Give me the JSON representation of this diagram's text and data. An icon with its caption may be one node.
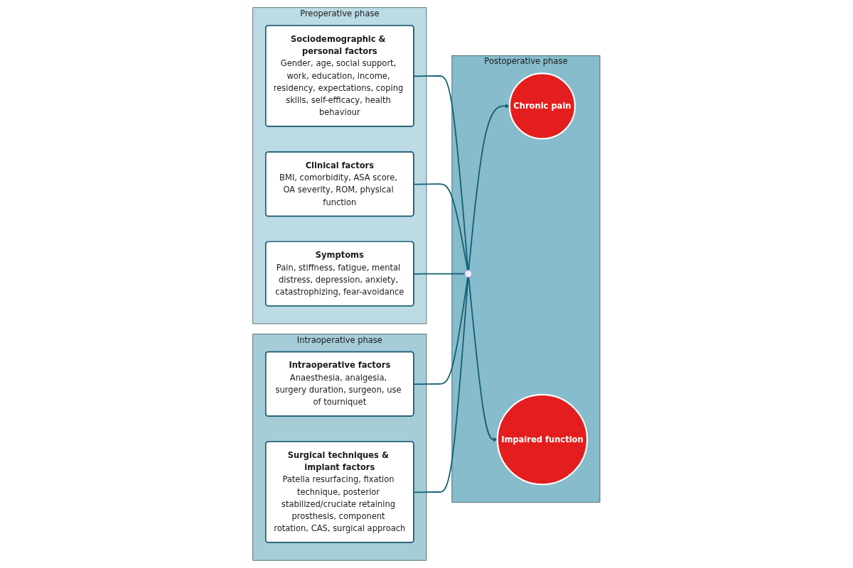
{
  "diagram": {
    "nodes": [
      {
        "text": [
          "Preoperative phase"
        ]
      },
      {
        "text": [
          "Sociodemographic & personal factors",
          "Gender, age, social support, work, education, income, residency, expectations, coping skills, self-efficacy, health behaviour"
        ],
        "in": 0
      },
      {
        "text": [
          "Clinical factors",
          "BMI, comorbidity, ASA score, OA severity, ROM, physical function"
        ],
        "in": 0
      },
      {
        "text": [
          "Symptoms",
          "Pain, stiffness, fatigue, mental distress, depression, anxiety, catastrophizing, fear-avoidance"
        ],
        "in": 0
      },
      {
        "text": [
          "Intraoperative phase"
        ]
      },
      {
        "text": [
          "Intraoperative factors",
          "Anaesthesia, analgesia, surgery duration, surgeon, use of tourniquet"
        ],
        "in": 4
      },
      {
        "text": [
          "Surgical techniques & implant factors",
          "Patella resurfacing, fixation technique, posterior stabilized/cruciate retaining prosthesis, component rotation, CAS, surgical approach"
        ],
        "in": 4
      },
      {
        "text": [
          "Postoperative phase"
        ]
      },
      {
        "text": [],
        "shape": "circle",
        "in": 7
      },
      {
        "text": [
          "Chronic pain"
        ],
        "in": 7
      },
      {
        "text": [
          "Impaired function"
        ],
        "in": 7
      }
    ],
    "edges": [
      {
        "from": 1,
        "to": 8,
        "arrow": "none"
      },
      {
        "from": 5,
        "to": 8,
        "arrow": "none"
      },
      {
        "from": 2,
        "to": 8,
        "arrow": "none"
      },
      {
        "from": 3,
        "to": 8,
        "arrow": "none"
      },
      {
        "from": 6,
        "to": 8,
        "arrow": "none"
      },
      {
        "from": 8,
        "to": 9,
        "arrow": "to"
      },
      {
        "from": 8,
        "to": 10,
        "arrow": "to"
      }
    ]
  }
}
